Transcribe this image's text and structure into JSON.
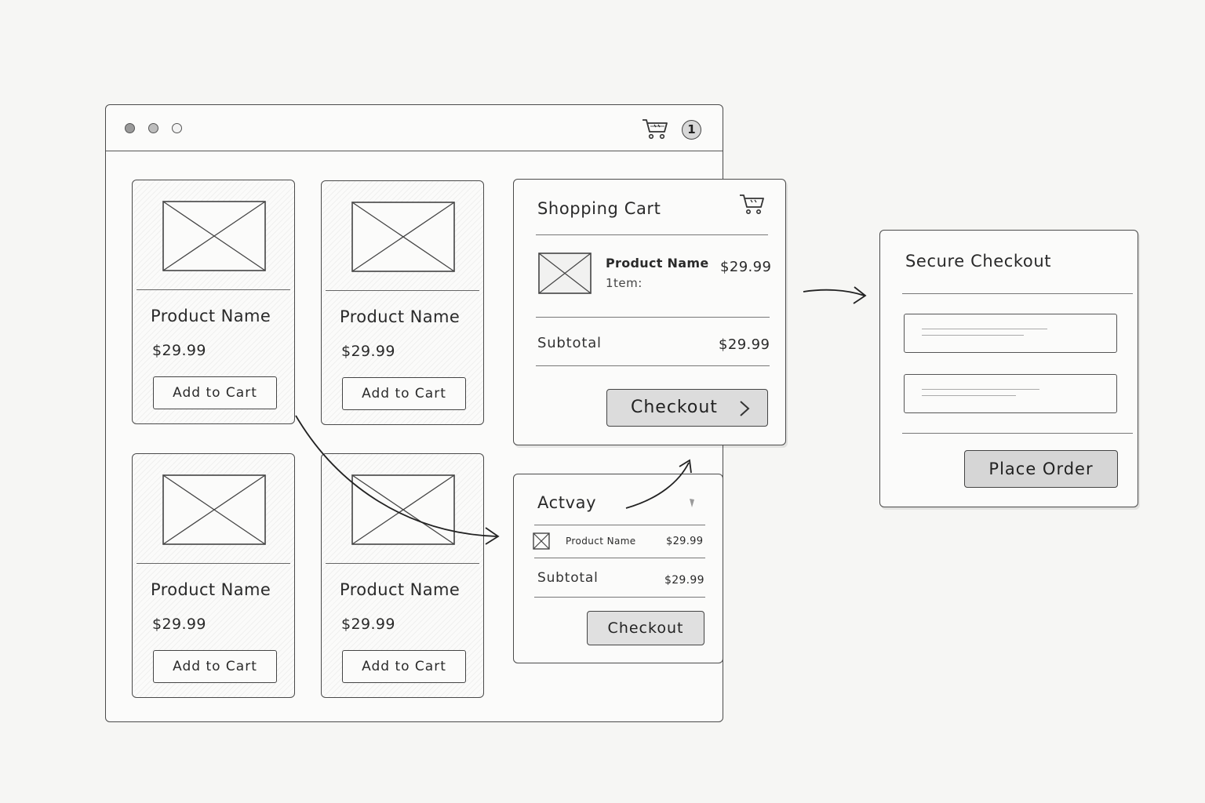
{
  "header": {
    "cart_badge": "1"
  },
  "products": [
    {
      "name": "Product Name",
      "price": "$29.99",
      "button": "Add to Cart"
    },
    {
      "name": "Product Name",
      "price": "$29.99",
      "button": "Add to Cart"
    },
    {
      "name": "Product Name",
      "price": "$29.99",
      "button": "Add to Cart"
    },
    {
      "name": "Product Name",
      "price": "$29.99",
      "button": "Add to Cart"
    }
  ],
  "cart": {
    "title": "Shopping Cart",
    "item": {
      "name": "Product Name",
      "qty": "1tem:",
      "price": "$29.99"
    },
    "subtotal_label": "Subtotal",
    "subtotal_value": "$29.99",
    "checkout_label": "Checkout"
  },
  "mini_cart": {
    "title": "Actvay",
    "item": {
      "name": "Product Name",
      "price": "$29.99"
    },
    "subtotal_label": "Subtotal",
    "subtotal_value": "$29.99",
    "checkout_label": "Checkout"
  },
  "secure_checkout": {
    "title": "Secure Checkout",
    "place_order_label": "Place Order"
  },
  "icons": [
    "cart-icon",
    "chevron-right-icon",
    "image-placeholder-icon",
    "arrow-icon"
  ],
  "colors": {
    "ink": "#2a2a2a",
    "paper": "#f6f6f4",
    "button_fill": "#dcdcdc"
  }
}
